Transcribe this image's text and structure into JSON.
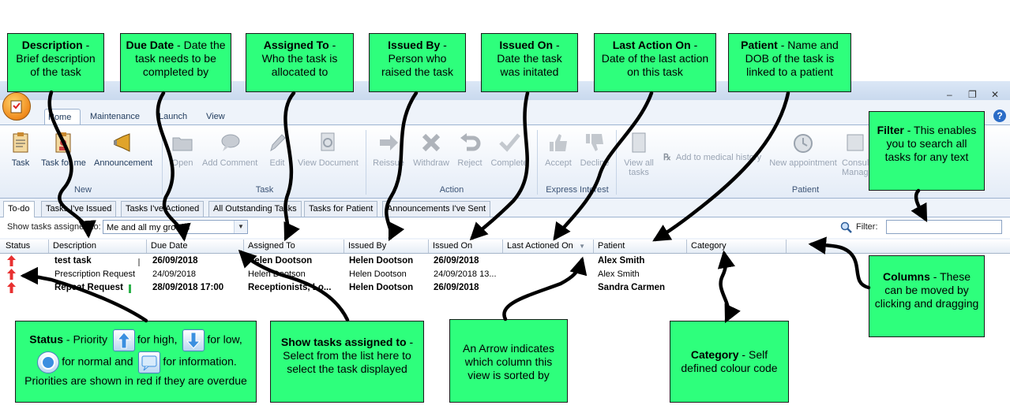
{
  "window": {
    "tabs": [
      "Home",
      "Maintenance",
      "Launch",
      "View"
    ],
    "active_tab": "Home",
    "controls": [
      "–",
      "❐",
      "✕"
    ],
    "help": "?"
  },
  "ribbon": {
    "buttons": [
      {
        "label": "Task",
        "icon": "clipboard-icon"
      },
      {
        "label": "Task for me",
        "icon": "task-for-me-icon"
      },
      {
        "label": "Announcement",
        "icon": "megaphone-icon"
      },
      {
        "label": "Open",
        "icon": "folder-icon"
      },
      {
        "label": "Add Comment",
        "icon": "comment-icon"
      },
      {
        "label": "Edit",
        "icon": "pencil-icon"
      },
      {
        "label": "View Document",
        "icon": "document-icon"
      },
      {
        "label": "Reissue",
        "icon": "reissue-arrow-icon"
      },
      {
        "label": "Withdraw",
        "icon": "x-icon"
      },
      {
        "label": "Reject",
        "icon": "undo-icon"
      },
      {
        "label": "Complete",
        "icon": "checkmark-icon"
      },
      {
        "label": "Accept",
        "icon": "thumbs-up-icon"
      },
      {
        "label": "Decline",
        "icon": "thumbs-down-icon"
      },
      {
        "label": "View all tasks",
        "icon": "task-list-icon"
      },
      {
        "label": "Add to medical history",
        "icon": "rx-icon"
      },
      {
        "label": "New appointment",
        "icon": "clock-icon"
      },
      {
        "label": "Consultation Manager",
        "icon": "consultation-icon"
      }
    ],
    "groups": [
      "New",
      "Task",
      "Action",
      "Express Interest",
      "Patient"
    ]
  },
  "view_tabs": [
    "To-do",
    "Tasks I've Issued",
    "Tasks I've Actioned",
    "All Outstanding Tasks",
    "Tasks for Patient",
    "Announcements I've Sent"
  ],
  "active_view_tab": "To-do",
  "filter_bar": {
    "show_label": "Show tasks assigned to:",
    "show_value": "Me and all my groups",
    "filter_label": "Filter:",
    "filter_value": ""
  },
  "columns": [
    "Status",
    "Description",
    "Due Date",
    "Assigned To",
    "Issued By",
    "Issued On",
    "Last Actioned On",
    "Patient",
    "Category"
  ],
  "sorted_column": "Last Actioned On",
  "rows": [
    {
      "status": "high",
      "description": "test task",
      "due_date": "26/09/2018",
      "assigned_to": "Helen Dootson",
      "issued_by": "Helen Dootson",
      "issued_on": "26/09/2018",
      "last_actioned_on": "",
      "patient": "Alex Smith",
      "category": "",
      "bold": true
    },
    {
      "status": "high",
      "description": "Prescription Request",
      "due_date": "24/09/2018",
      "assigned_to": "Helen Dootson",
      "issued_by": "Helen Dootson",
      "issued_on": "24/09/2018 13...",
      "last_actioned_on": "",
      "patient": "Alex Smith",
      "category": "",
      "bold": false
    },
    {
      "status": "high",
      "description": "Repeat Request",
      "due_date": "28/09/2018 17:00",
      "assigned_to": "Receptionists, Lo...",
      "issued_by": "Helen Dootson",
      "issued_on": "26/09/2018",
      "last_actioned_on": "",
      "patient": "Sandra Carmen",
      "category": "",
      "bold": true
    }
  ],
  "callouts": {
    "description": {
      "title": "Description",
      "text": " - Brief description of the task"
    },
    "due_date": {
      "title": "Due Date",
      "text": " - Date the task needs to be completed by"
    },
    "assigned_to": {
      "title": "Assigned To",
      "text": " - Who the task is allocated to"
    },
    "issued_by": {
      "title": "Issued By",
      "text": " - Person who raised the task"
    },
    "issued_on": {
      "title": "Issued On",
      "text": " - Date the task was initated"
    },
    "last_action_on": {
      "title": "Last Action On",
      "text": " - Date of the last action on this task"
    },
    "patient": {
      "title": "Patient",
      "text": " - Name and DOB of the task is linked to a patient"
    },
    "filter": {
      "title": "Filter",
      "text": " - This enables you to search all tasks for any text"
    },
    "status": {
      "title": "Status",
      "text_1": " - Priority",
      "text_2": "for high,",
      "text_3": "for low,",
      "text_4": "for normal and",
      "text_5": "for information. Priorities are shown in red if they are overdue"
    },
    "show_tasks": {
      "title": "Show tasks assigned to",
      "text": " - Select from the list here to select the task displayed"
    },
    "arrow": {
      "text": "An Arrow indicates which column this view is sorted by"
    },
    "category": {
      "title": "Category",
      "text": " - Self defined colour code"
    },
    "columns": {
      "title": "Columns",
      "text": " - These can be moved by clicking and dragging"
    }
  },
  "colors": {
    "callout": "#2eff7c",
    "accent": "#1e395b",
    "high_priority": "#e83030"
  }
}
